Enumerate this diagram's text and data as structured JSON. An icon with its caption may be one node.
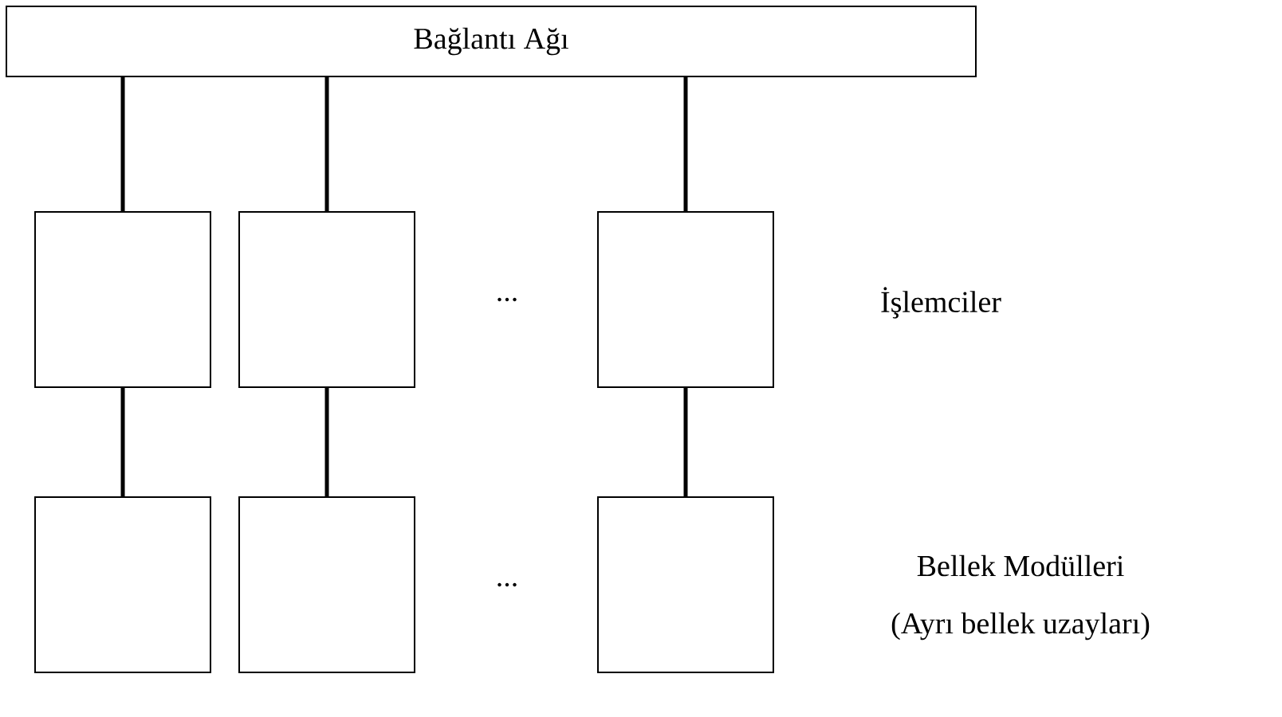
{
  "diagram": {
    "nodes": [
      {
        "text": [
          "Bağlantı Ağı"
        ]
      },
      {
        "text": [],
        "shape": "box"
      },
      {
        "text": [],
        "shape": "box"
      },
      {
        "text": [],
        "shape": "box"
      },
      {
        "text": [],
        "shape": "box"
      },
      {
        "text": [],
        "shape": "box"
      },
      {
        "text": [],
        "shape": "box"
      }
    ],
    "edges": [
      {
        "from": 0,
        "to": 1,
        "arrow": "none"
      },
      {
        "from": 0,
        "to": 2,
        "arrow": "none"
      },
      {
        "from": 0,
        "to": 3,
        "arrow": "none"
      },
      {
        "from": 1,
        "to": 4,
        "arrow": "none"
      },
      {
        "from": 2,
        "to": 5,
        "arrow": "none"
      },
      {
        "from": 3,
        "to": 6,
        "arrow": "none"
      }
    ],
    "labels": [
      "...",
      "İşlemciler",
      "...",
      "Bellek Modülleri",
      "(Ayrı bellek uzayları)"
    ]
  }
}
